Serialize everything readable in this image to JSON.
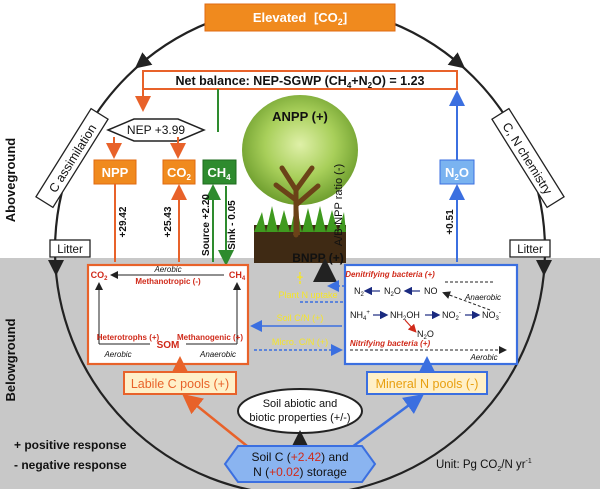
{
  "top_box": {
    "prefix": "Elevated",
    "lb": "[",
    "co": "CO",
    "sub": "2",
    "rb": "]"
  },
  "net_balance": {
    "label": "Net balance: NEP-SGWP (CH",
    "sub1": "4",
    "mid": "+N",
    "sub2": "2",
    "end": "O)  = 1.23"
  },
  "nep": {
    "label": "NEP +3.99"
  },
  "c_assimilation": "C assimilation",
  "cn_chemistry": "C, N chemistry",
  "aboveground": "Aboveground",
  "belowground": "Belowground",
  "litter_left": "Litter",
  "litter_right": "Litter",
  "npp": "NPP",
  "co2_box": {
    "co": "CO",
    "sub": "2"
  },
  "ch4_box": {
    "ch": "CH",
    "sub": "4"
  },
  "n2o_box": {
    "n": "N",
    "sub": "2",
    "o": "O"
  },
  "flux": {
    "npp": "+29.42",
    "co2": "+25.43",
    "source": "Source +2.20",
    "sink": "Sink - 0.05",
    "n2o": "+0.51"
  },
  "anpp": "ANPP (+)",
  "ab_npp": "A/B-NPP ratio (-)",
  "bnpp": "BNPP (+)",
  "carbon_box": {
    "co2": "CO",
    "co2_sub": "2",
    "ch4": "CH",
    "ch4_sub": "4",
    "aerobic_top": "Aerobic",
    "methanotropic": "Methanotropic (-)",
    "heterotrophs": "Heterotrophs (+)",
    "methanogenic": "Methanogenic (+)",
    "som": "SOM",
    "aerobic_bottom": "Aerobic",
    "anaerobic_bottom": "Anaerobic"
  },
  "middle_links": {
    "plant_n": "Plant N uptake",
    "soil_cn": "Soil C/N  (+)",
    "micro_cn": "Micro. C/N  (+)",
    "plus_sign": "+"
  },
  "nitrogen_box": {
    "denitrifying": "Denitrifying bacteria (+)",
    "n2": "N",
    "n2_sub": "2",
    "n2o": "N",
    "n2o_sub": "2",
    "n2o_o": "O",
    "no": "NO",
    "anaerobic": "Anaerobic",
    "nh4": "NH",
    "nh4_sub": "4",
    "nh4_sup": "+",
    "nh2oh": "NH",
    "nh2oh_sub": "2",
    "nh2oh_oh": "OH",
    "no2": "NO",
    "no2_sub": "2",
    "no2_sup": "-",
    "no3": "NO",
    "no3_sub": "3",
    "no3_sup": "-",
    "n2o_low": "N",
    "n2o_low_sub": "2",
    "n2o_low_o": "O",
    "nitrifying": "Nitrifying bacteria (+)",
    "aerobic": "Aerobic"
  },
  "labile_c": "Labile C pools (+)",
  "mineral_n": "Mineral N pools (-)",
  "soil_props": {
    "line1": "Soil abiotic  and",
    "line2": "biotic properties (+/-)"
  },
  "storage": {
    "line1a": "Soil C (",
    "line1b": "+2.42",
    "line1c": ") and",
    "line2a": "N (",
    "line2b": "+0.02",
    "line2c": ") storage"
  },
  "legend": {
    "positive": "+ positive response",
    "negative": "- negative response"
  },
  "unit": {
    "a": "Unit: Pg CO",
    "sub": "2",
    "b": "/N yr",
    "sup": "-1"
  },
  "colors": {
    "orange": "#e8622a",
    "amber": "#f08a1e",
    "green": "#2e8b2e",
    "blue": "#3b6fe0",
    "yellow": "#f5e52a",
    "soil": "#c8c8c8",
    "red": "#d02a1a",
    "navy": "#1a2a80"
  }
}
